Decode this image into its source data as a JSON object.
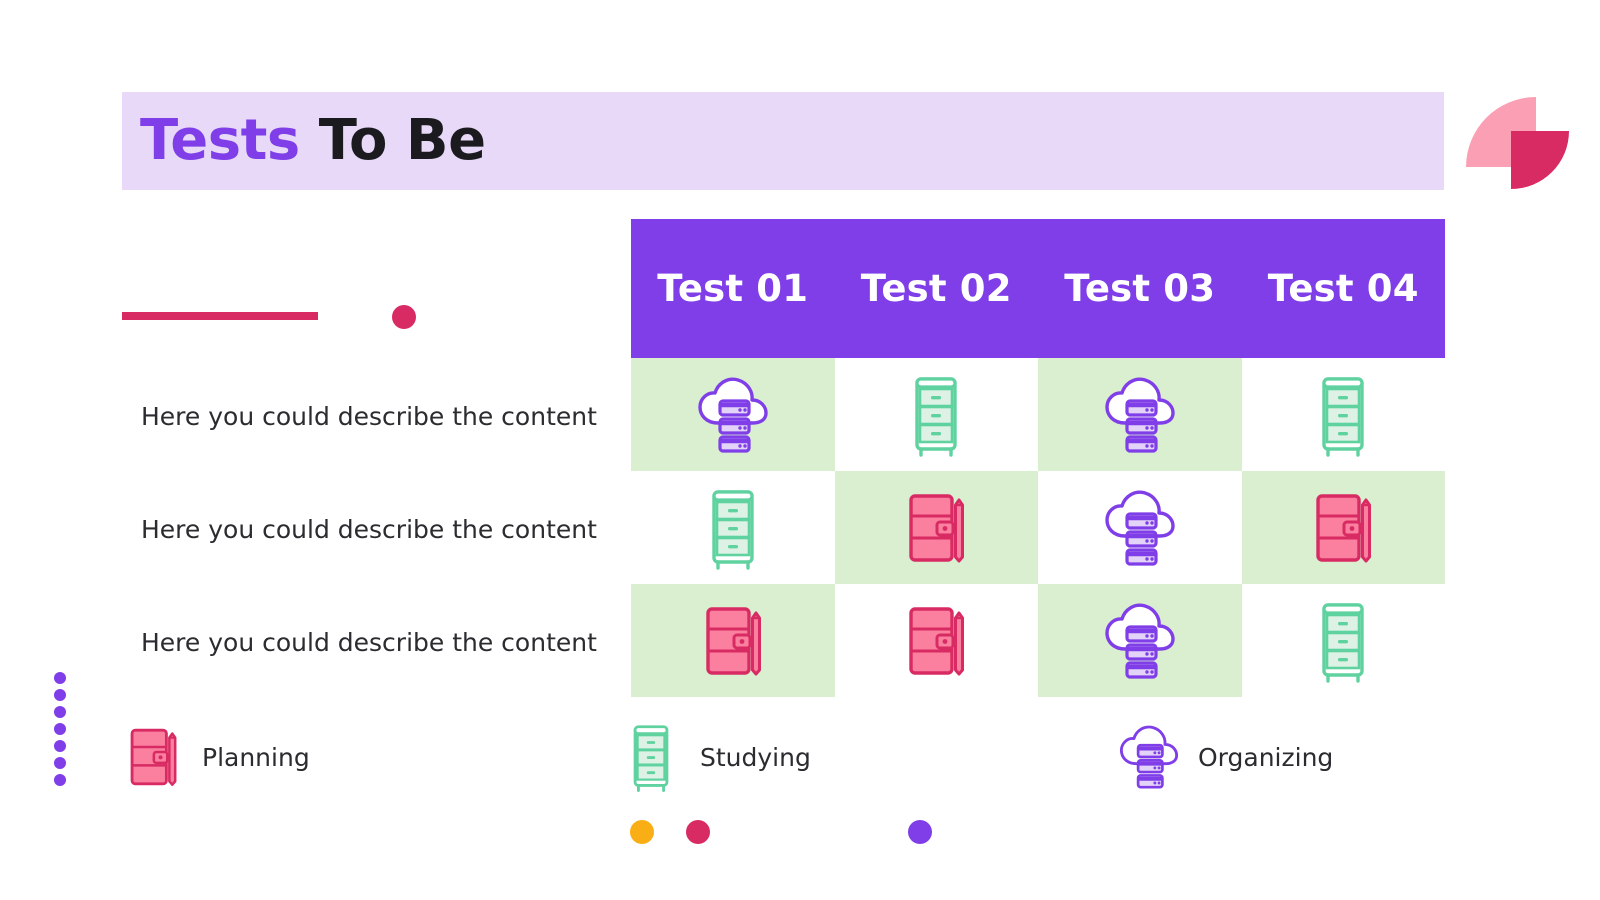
{
  "title": {
    "accent": "Tests",
    "plain": "To Be",
    "full": "Tests To Be"
  },
  "colors": {
    "purple": "#7f3ee8",
    "purple_band": "#e7d9f7",
    "crimson": "#d92b63",
    "pink": "#fba0b4",
    "green_tint": "#d9efd0",
    "green_icon": "#5fd2a0",
    "amber": "#f9ae15",
    "text": "#2b2b30"
  },
  "table": {
    "columns": [
      "Test 01",
      "Test 02",
      "Test 03",
      "Test 04"
    ],
    "rows": [
      {
        "label": "Here you could describe the content",
        "cells": [
          {
            "icon": "cloud-server-icon",
            "highlighted": true
          },
          {
            "icon": "file-cabinet-icon",
            "highlighted": false
          },
          {
            "icon": "cloud-server-icon",
            "highlighted": true
          },
          {
            "icon": "file-cabinet-icon",
            "highlighted": false
          }
        ]
      },
      {
        "label": "Here you could describe the content",
        "cells": [
          {
            "icon": "file-cabinet-icon",
            "highlighted": false
          },
          {
            "icon": "notebook-pen-icon",
            "highlighted": true
          },
          {
            "icon": "cloud-server-icon",
            "highlighted": false
          },
          {
            "icon": "notebook-pen-icon",
            "highlighted": true
          }
        ]
      },
      {
        "label": "Here you could describe the content",
        "cells": [
          {
            "icon": "notebook-pen-icon",
            "highlighted": true
          },
          {
            "icon": "notebook-pen-icon",
            "highlighted": false
          },
          {
            "icon": "cloud-server-icon",
            "highlighted": true
          },
          {
            "icon": "file-cabinet-icon",
            "highlighted": false
          }
        ]
      }
    ]
  },
  "legend": [
    {
      "label": "Planning",
      "icon": "notebook-pen-icon"
    },
    {
      "label": "Studying",
      "icon": "file-cabinet-icon"
    },
    {
      "label": "Organizing",
      "icon": "cloud-server-icon"
    }
  ],
  "decorations": {
    "quarter_circle_light": "#fba0b4",
    "quarter_circle_dark": "#d92b63",
    "underline_bar": "#d92b63",
    "dot_crimson": "#d92b63",
    "dot_column_count": 7,
    "dot_column_color": "#7f3ee8",
    "bottom_dots": [
      "#f9ae15",
      "#d92b63",
      "#7f3ee8"
    ]
  }
}
